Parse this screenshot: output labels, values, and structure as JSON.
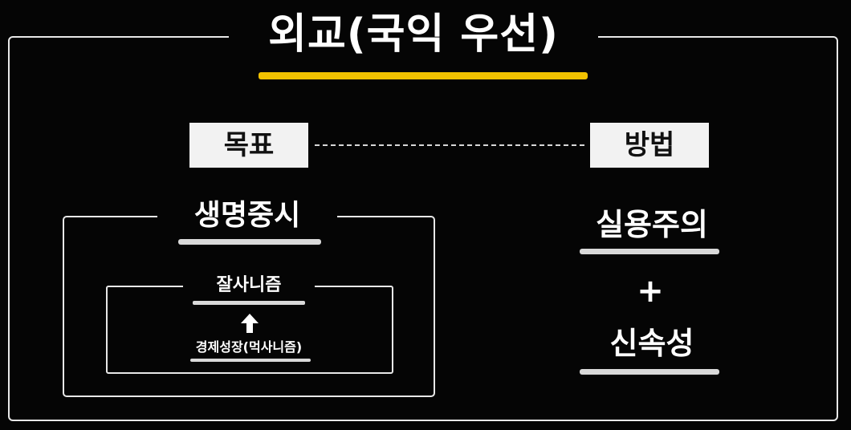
{
  "title": "외교(국익 우선)",
  "goal": {
    "header": "목표",
    "outer_label": "생명중시",
    "inner_label": "잘사니즘",
    "base_label": "경제성장(먹사니즘)"
  },
  "method": {
    "header": "방법",
    "item1": "실용주의",
    "plus": "+",
    "item2": "신속성"
  },
  "colors": {
    "background": "#050505",
    "title_underline": "#f2c200",
    "frame": "#e8e8e8",
    "tag_bg": "#f2f2f2",
    "text_underline": "#d9d9d9"
  },
  "icons": {
    "relation_arrow": "up-arrow-icon"
  }
}
